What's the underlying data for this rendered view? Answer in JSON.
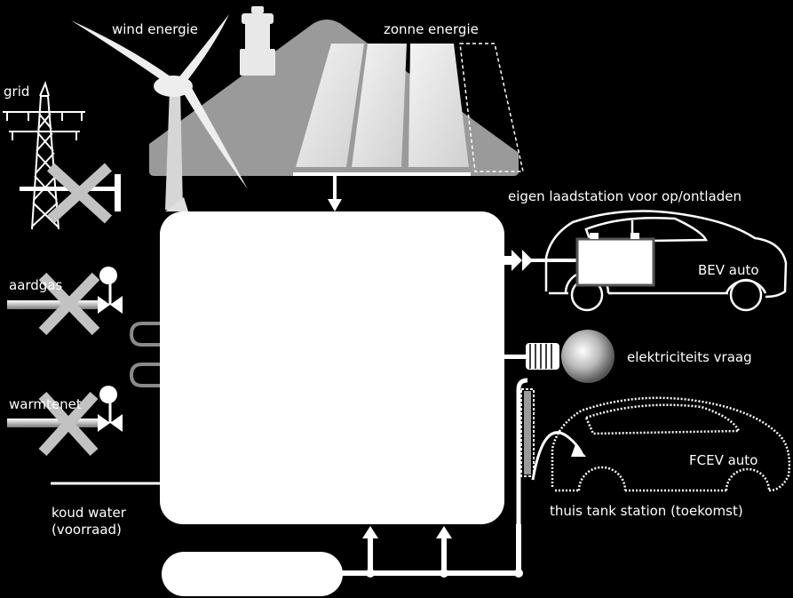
{
  "labels": {
    "wind": "wind energie",
    "solar": "zonne energie",
    "grid": "grid",
    "gas": "aardgas",
    "heat": "warmtenet",
    "cold_water_line1": "koud water",
    "cold_water_line2": "(voorraad)",
    "charger": "eigen laadstation voor op/ontladen",
    "bev": "BEV auto",
    "demand": "elektriciteits vraag",
    "fcev": "FCEV auto",
    "tank_station": "thuis tank station (toekomst)"
  },
  "icons": [
    "wind-turbine-icon",
    "solar-panel-icon",
    "chimney-icon",
    "pylon-icon",
    "valve-icon",
    "battery-icon",
    "bulb-icon",
    "car-icon",
    "fuel-nozzle-icon",
    "tank-icon"
  ],
  "colors": {
    "background": "#000000",
    "foreground": "#ffffff",
    "roof": "#9a9a9a",
    "cross": "#bdbdbd"
  }
}
